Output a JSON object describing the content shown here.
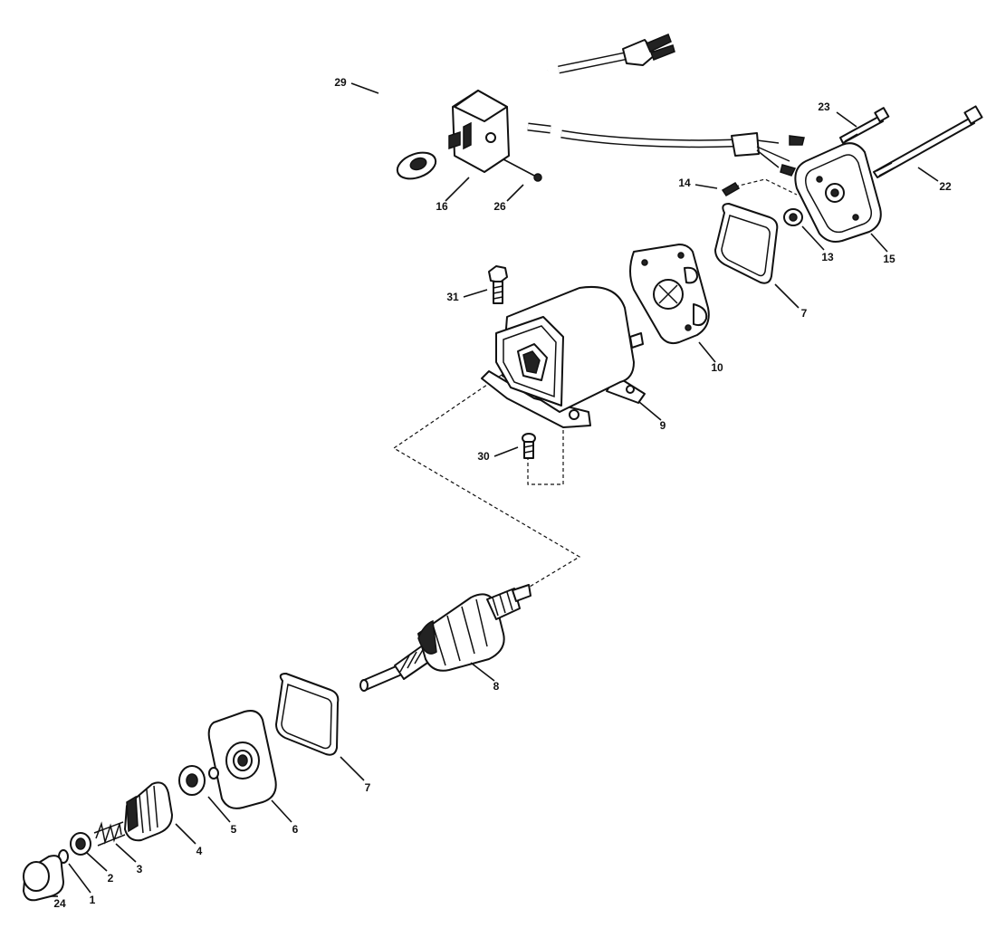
{
  "diagram": {
    "callouts": {
      "c1": "1",
      "c2": "2",
      "c3": "3",
      "c4": "4",
      "c5": "5",
      "c6a": "6",
      "c6b": "6",
      "c7a": "7",
      "c7b": "7",
      "c8": "8",
      "c9": "9",
      "c10": "10",
      "c13": "13",
      "c14": "14",
      "c15": "15",
      "c16": "16",
      "c22": "22",
      "c23": "23",
      "c24": "24",
      "c26": "26",
      "c29": "29",
      "c30": "30",
      "c31": "31"
    }
  }
}
